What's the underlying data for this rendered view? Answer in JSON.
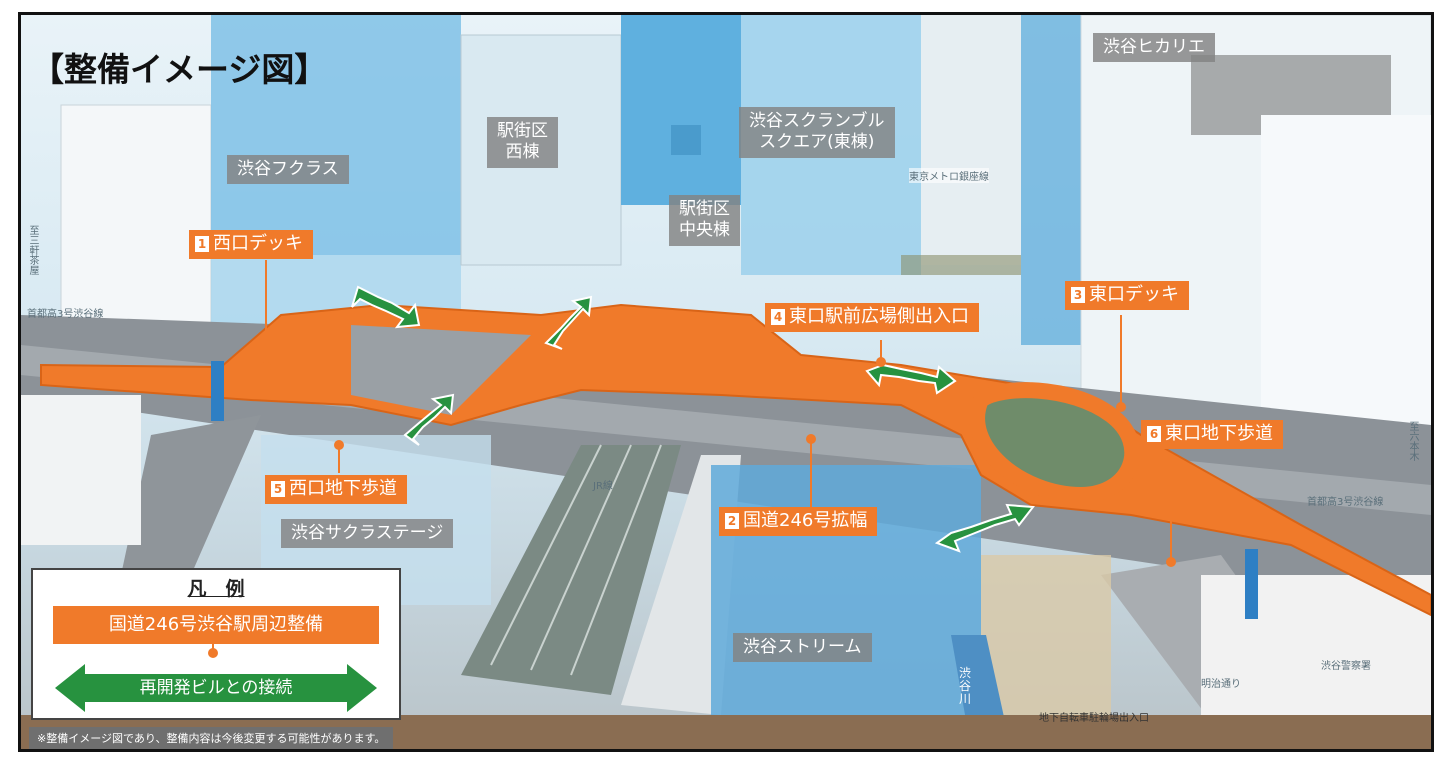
{
  "title": "【整備イメージ図】",
  "colors": {
    "project_orange": "#f07a2a",
    "connection_green": "#27923f",
    "label_gray": "#828282",
    "sky": "#e9f3f8",
    "glass_blue": "#6fb6e0"
  },
  "building_labels": {
    "hikarie": "渋谷ヒカリエ",
    "ekigai_west": "駅街区\n西棟",
    "scramble": "渋谷スクランブル\nスクエア(東棟)",
    "fukuras": "渋谷フクラス",
    "ekigai_center": "駅街区\n中央棟",
    "sakura_stage": "渋谷サクラステージ",
    "stream": "渋谷ストリーム"
  },
  "callouts": [
    {
      "num": "1",
      "text": "西口デッキ"
    },
    {
      "num": "2",
      "text": "国道246号拡幅"
    },
    {
      "num": "3",
      "text": "東口デッキ"
    },
    {
      "num": "4",
      "text": "東口駅前広場側出入口"
    },
    {
      "num": "5",
      "text": "西口地下歩道"
    },
    {
      "num": "6",
      "text": "東口地下歩道"
    }
  ],
  "small_labels": {
    "metro": "東京メトロ銀座線",
    "expressway_left": "首都高3号渋谷線",
    "expressway_right": "首都高3号渋谷線",
    "jr": "JR線",
    "shibuya_river": "渋\n谷\n川",
    "meiji_dori": "明治通り",
    "police": "渋谷警察署",
    "parking": "地下自転車駐輪場出入口",
    "sangenjaya": "至三軒茶屋",
    "roppongi": "至六本木"
  },
  "legend": {
    "title": "凡　例",
    "orange_label": "国道246号渋谷駅周辺整備",
    "green_label": "再開発ビルとの接続"
  },
  "note": "※整備イメージ図であり、整備内容は今後変更する可能性があります。"
}
